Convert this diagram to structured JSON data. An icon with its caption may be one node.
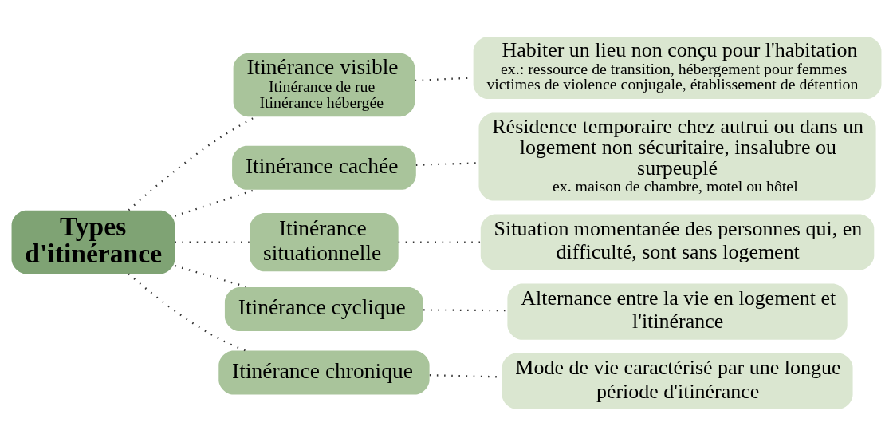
{
  "diagram": {
    "nodes": [
      {
        "text": [
          "Types d'itinérance"
        ]
      },
      {
        "text": [
          "Itinérance visible",
          "Itinérance de rue",
          "Itinérance hébergée"
        ]
      },
      {
        "text": [
          "Itinérance cachée"
        ]
      },
      {
        "text": [
          "Itinérance situationnelle"
        ]
      },
      {
        "text": [
          "Itinérance cyclique"
        ]
      },
      {
        "text": [
          "Itinérance chronique"
        ]
      },
      {
        "text": [
          "Habiter un lieu non conçu pour l'habitation",
          "ex.: ressource de transition, hébergement pour femmes victimes de violence conjugale, établissement de détention"
        ]
      },
      {
        "text": [
          "Résidence temporaire chez autrui ou dans un logement non sécuritaire, insalubre ou surpeuplé",
          "ex. maison de chambre, motel ou hôtel"
        ]
      },
      {
        "text": [
          "Situation momentanée des personnes qui, en difficulté, sont sans logement"
        ]
      },
      {
        "text": [
          "Alternance entre la vie en logement et l'itinérance"
        ]
      },
      {
        "text": [
          "Mode de vie caractérisé par une longue période d'itinérance"
        ]
      }
    ],
    "edges": [
      {
        "from": 0,
        "to": 1,
        "arrow": "none"
      },
      {
        "from": 0,
        "to": 2,
        "arrow": "none"
      },
      {
        "from": 0,
        "to": 3,
        "arrow": "none"
      },
      {
        "from": 0,
        "to": 4,
        "arrow": "none"
      },
      {
        "from": 0,
        "to": 5,
        "arrow": "none"
      },
      {
        "from": 1,
        "to": 6,
        "arrow": "none"
      },
      {
        "from": 2,
        "to": 7,
        "arrow": "none"
      },
      {
        "from": 3,
        "to": 8,
        "arrow": "none"
      },
      {
        "from": 4,
        "to": 9,
        "arrow": "none"
      },
      {
        "from": 5,
        "to": 10,
        "arrow": "none"
      }
    ]
  }
}
